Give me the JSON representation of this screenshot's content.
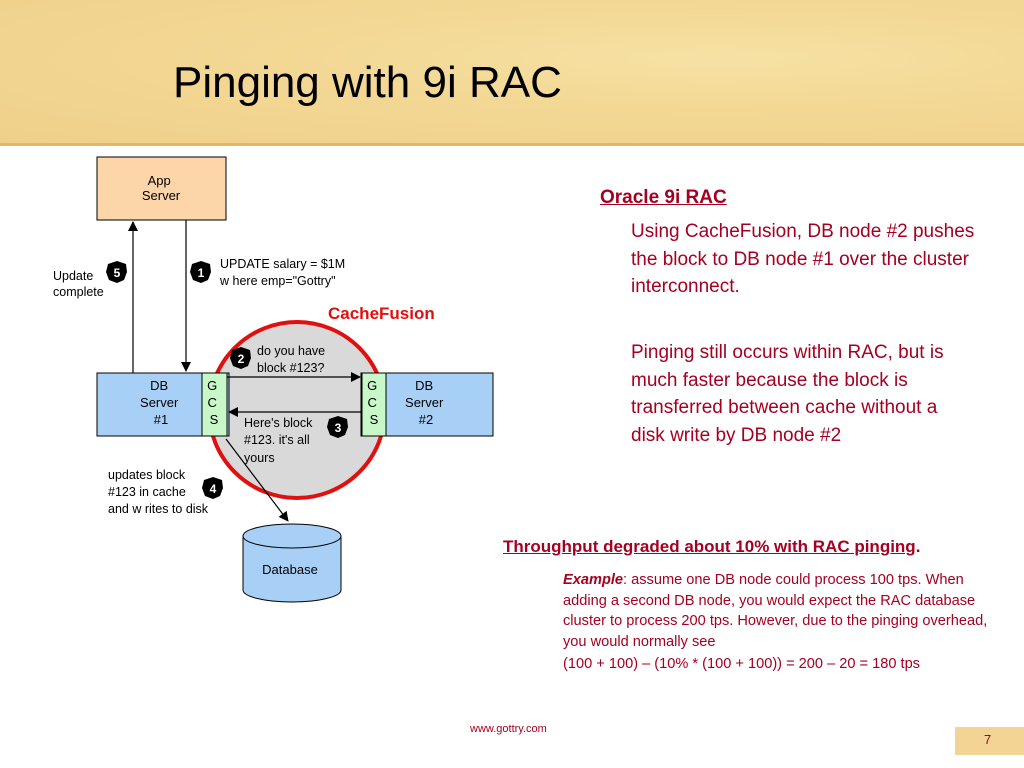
{
  "slide": {
    "title": "Pinging with 9i RAC",
    "page_number": "7",
    "footer_url": "www.gottry.com"
  },
  "diagram": {
    "app_server": [
      "App",
      "Server"
    ],
    "db_server_1": [
      "DB",
      "Server",
      "#1"
    ],
    "db_server_2": [
      "DB",
      "Server",
      "#2"
    ],
    "gcs_letters": [
      "G",
      "C",
      "S"
    ],
    "database_label": "Database",
    "cachefusion_label": "CacheFusion",
    "steps": [
      {
        "number": "1",
        "text": [
          "UPDATE salary = $1M",
          "w here emp=\"Gottry\""
        ]
      },
      {
        "number": "2",
        "text": [
          "do you have",
          "block #123?"
        ]
      },
      {
        "number": "3",
        "text": [
          "Here's block",
          "#123. it's all",
          "yours"
        ]
      },
      {
        "number": "4",
        "text": [
          "updates block",
          "#123 in cache",
          "and w rites to disk"
        ]
      },
      {
        "number": "5",
        "text": [
          "Update",
          "complete"
        ]
      }
    ],
    "colors": {
      "app_server_fill": "#fcd5a8",
      "db_server_fill": "#a8d0f7",
      "gcs_fill": "#c8f7c8",
      "cachefusion_circle": "#e01010",
      "circle_fill": "#d9d9d9",
      "database_fill": "#a8d0f7",
      "accent_text": "#a50021"
    }
  },
  "notes": {
    "heading": "Oracle 9i RAC",
    "para1": "Using CacheFusion, DB node #2 pushes the block to DB node #1 over the cluster interconnect.",
    "para2": "Pinging still occurs within RAC, but is much faster because the block is transferred between cache without a disk write by DB node #2",
    "throughput": "Throughput degraded about 10% with RAC pinging",
    "throughput_end": ".",
    "example_label": "Example",
    "example_text": ": assume one DB node could process 100 tps. When adding a second DB node, you would expect the RAC database cluster to process 200 tps. However, due to the pinging overhead, you would normally see",
    "formula": "(100 + 100) – (10% * (100 + 100)) = 200 – 20 = 180 tps"
  }
}
